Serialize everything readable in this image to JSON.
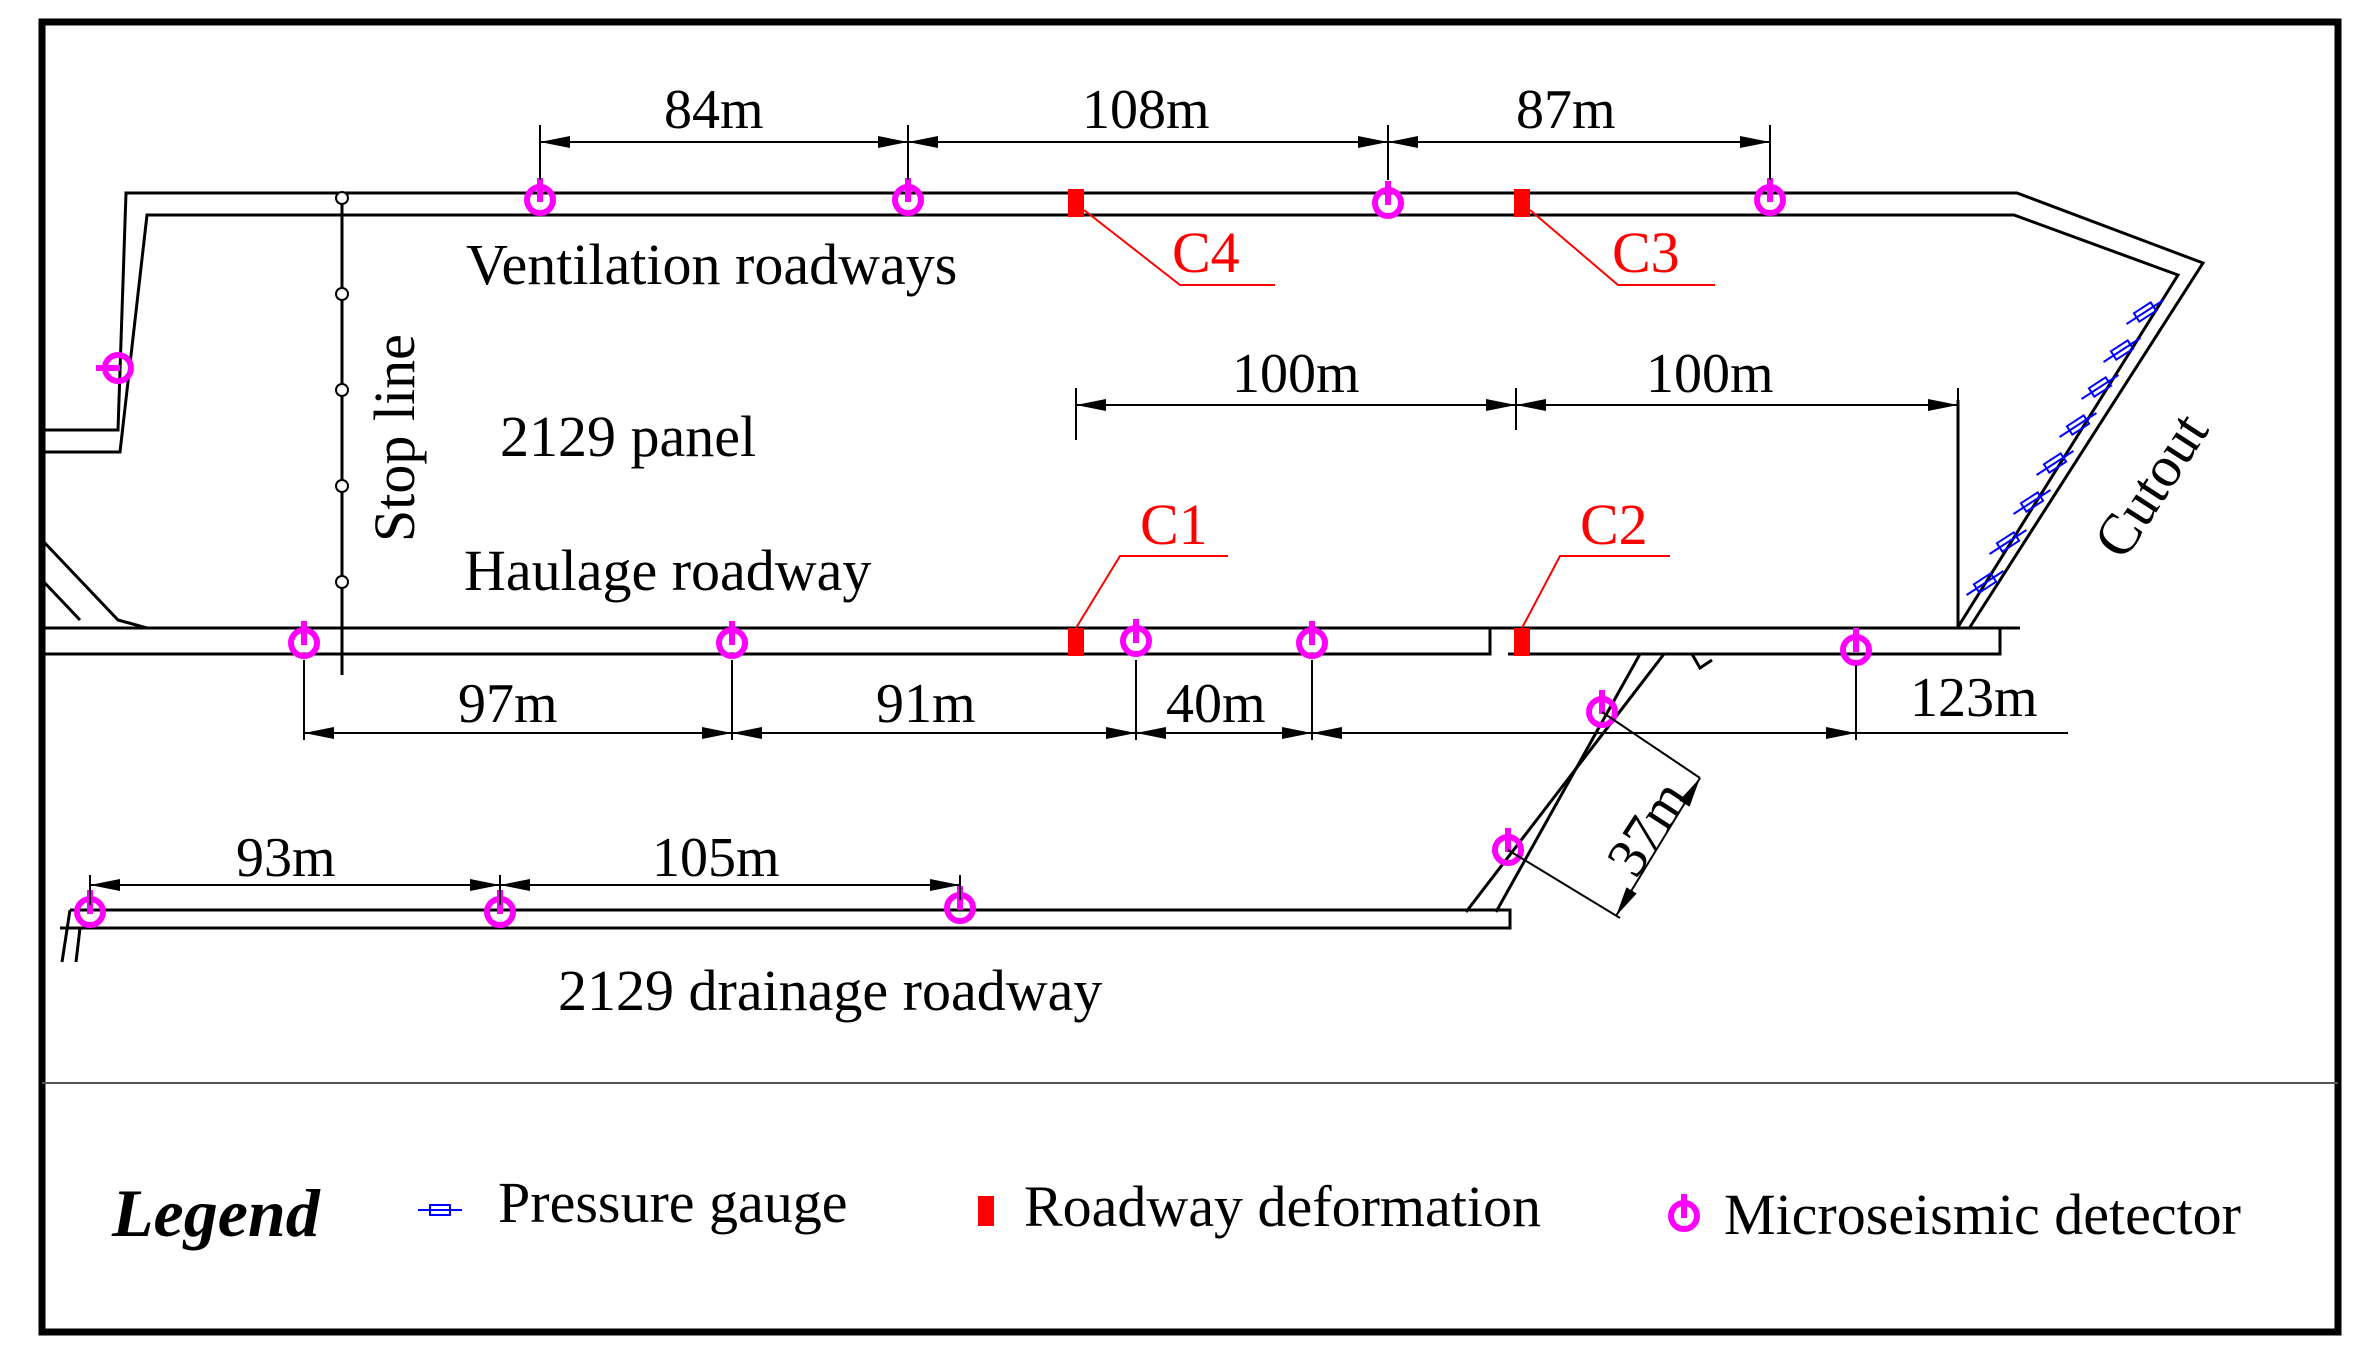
{
  "labels": {
    "ventilation": "Ventilation roadways",
    "panel": "2129 panel",
    "haulage": "Haulage roadway",
    "drainage": "2129 drainage roadway",
    "stop_line": "Stop line",
    "cutout": "Cutout"
  },
  "deformation_points": {
    "c1": "C1",
    "c2": "C2",
    "c3": "C3",
    "c4": "C4"
  },
  "dimensions": {
    "top_84": "84m",
    "top_108": "108m",
    "top_87": "87m",
    "mid_100a": "100m",
    "mid_100b": "100m",
    "haul_97": "97m",
    "haul_91": "91m",
    "haul_40": "40m",
    "haul_123": "123m",
    "drain_93": "93m",
    "drain_105": "105m",
    "link_37": "37m"
  },
  "legend": {
    "title": "Legend",
    "pressure_gauge": "Pressure gauge",
    "roadway_deformation": "Roadway deformation",
    "microseismic_detector": "Microseismic detector"
  },
  "colors": {
    "detector": "#ff00ff",
    "deformation": "#ff0000",
    "gauge": "#0000ff",
    "line": "#000000"
  }
}
